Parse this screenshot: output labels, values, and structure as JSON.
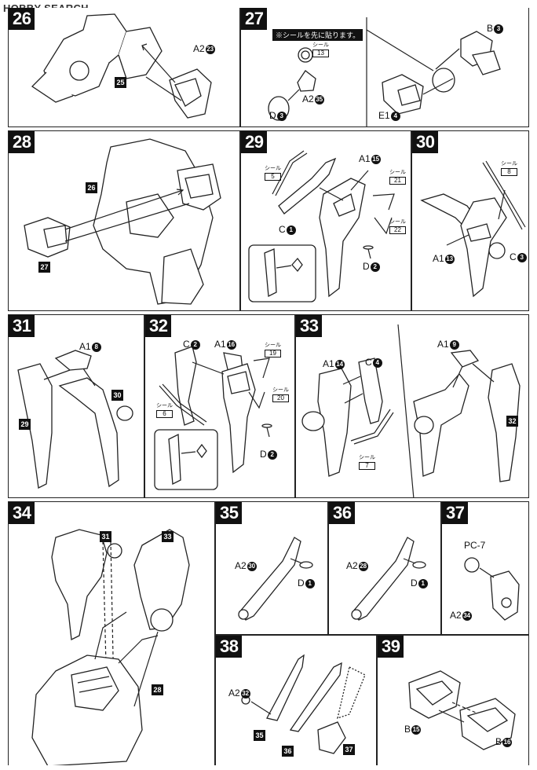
{
  "header": {
    "watermark": "HOBBY SEARCH"
  },
  "steps": {
    "s26": {
      "num": "26",
      "parts": {
        "a2": "A2",
        "a2n": "23"
      },
      "sub": "25"
    },
    "s27": {
      "num": "27",
      "note": "※シールを先に貼ります。",
      "seal_word": "シール",
      "seal_num": "13",
      "a2": "A2",
      "a2n": "35",
      "d": "D",
      "dn": "3",
      "b": "B",
      "bn": "3",
      "e1": "E1",
      "e1n": "4"
    },
    "s28": {
      "num": "28",
      "sub1": "26",
      "sub2": "27"
    },
    "s29": {
      "num": "29",
      "a1": "A1",
      "a1n": "15",
      "c": "C",
      "cn": "1",
      "d": "D",
      "dn": "2",
      "seal_word": "シール",
      "seals": [
        "5",
        "21",
        "22"
      ]
    },
    "s30": {
      "num": "30",
      "a1": "A1",
      "a1n": "13",
      "c": "C",
      "cn": "3",
      "seal_word": "シール",
      "seal": "8"
    },
    "s31": {
      "num": "31",
      "a1": "A1",
      "a1n": "8",
      "sub1": "29",
      "sub2": "30"
    },
    "s32": {
      "num": "32",
      "a1": "A1",
      "a1n": "16",
      "c": "C",
      "cn": "2",
      "d": "D",
      "dn": "2",
      "seal_word": "シール",
      "seals": [
        "19",
        "20",
        "6"
      ]
    },
    "s33": {
      "num": "33",
      "a1": "A1",
      "a1n": "14",
      "c": "C",
      "cn": "4",
      "a1b": "A1",
      "a1bn": "9",
      "seal_word": "シール",
      "seal": "7",
      "sub": "32"
    },
    "s34": {
      "num": "34",
      "sub1": "31",
      "sub2": "33",
      "sub3": "28"
    },
    "s35": {
      "num": "35",
      "a2": "A2",
      "a2n": "30",
      "d": "D",
      "dn": "1"
    },
    "s36": {
      "num": "36",
      "a2": "A2",
      "a2n": "28",
      "d": "D",
      "dn": "1"
    },
    "s37": {
      "num": "37",
      "pc": "PC-7",
      "a2": "A2",
      "a2n": "34"
    },
    "s38": {
      "num": "38",
      "a2": "A2",
      "a2n": "32",
      "sub1": "35",
      "sub2": "36",
      "sub3": "37"
    },
    "s39": {
      "num": "39",
      "b1": "B",
      "b1n": "15",
      "b2": "B",
      "b2n": "16"
    }
  }
}
